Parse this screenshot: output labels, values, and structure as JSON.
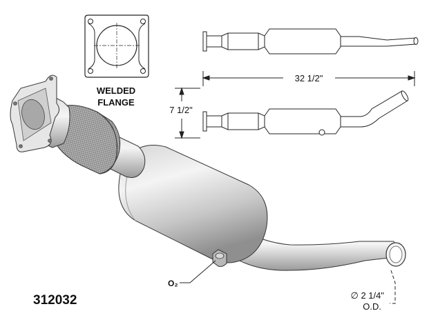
{
  "flange_label": {
    "line1": "WELDED",
    "line2": "FLANGE"
  },
  "dimensions": {
    "length": "32 1/2\"",
    "height": "7 1/2\""
  },
  "callouts": {
    "sensor": "O₂",
    "diameter": "∅ 2 1/4\"",
    "diameter_unit": "O.D."
  },
  "part_number": "312032",
  "colors": {
    "metal_light": "#f2f2f2",
    "metal_mid": "#c4c4c4",
    "metal_dark": "#8e8e8e",
    "line": "#222222"
  }
}
